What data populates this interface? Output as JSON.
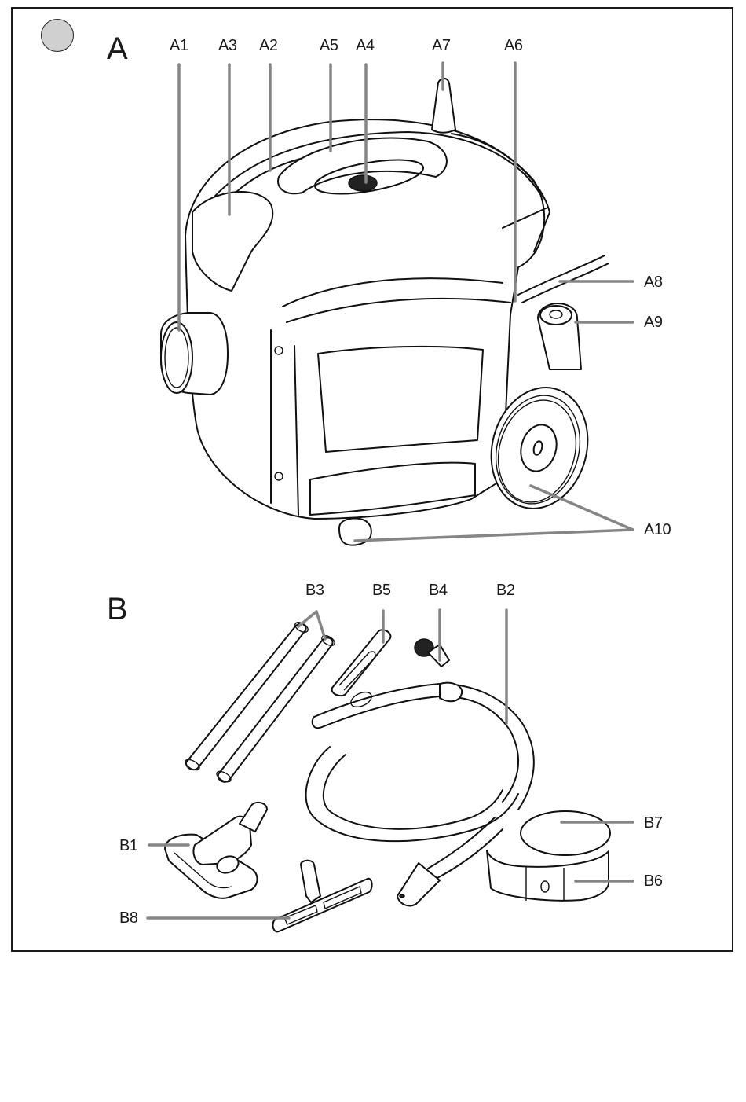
{
  "figure": {
    "indicator_color": "#d0d0d0",
    "leader_color": "#858585",
    "sections": [
      {
        "id": "A",
        "label": "A",
        "subject": "vacuum cleaner body"
      },
      {
        "id": "B",
        "label": "B",
        "subject": "accessories"
      }
    ],
    "labels": {
      "A1": "A1",
      "A2": "A2",
      "A3": "A3",
      "A4": "A4",
      "A5": "A5",
      "A6": "A6",
      "A7": "A7",
      "A8": "A8",
      "A9": "A9",
      "A10": "A10",
      "B1": "B1",
      "B2": "B2",
      "B3": "B3",
      "B4": "B4",
      "B5": "B5",
      "B6": "B6",
      "B7": "B7",
      "B8": "B8"
    }
  }
}
